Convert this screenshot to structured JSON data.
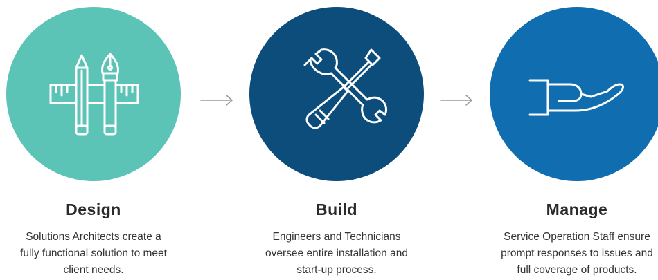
{
  "colors": {
    "design_circle": "#5cc3b7",
    "build_circle": "#0c4d7c",
    "manage_circle": "#0f6db0",
    "icon_stroke": "#ffffff",
    "arrow": "#9a9a9a",
    "title_text": "#2a2a2a",
    "body_text": "#333333"
  },
  "steps": [
    {
      "icon": "ruler-pencil-pen-icon",
      "title": "Design",
      "lines": [
        "Solutions Architects create a",
        "fully functional solution to meet",
        "client needs."
      ]
    },
    {
      "icon": "wrench-screwdriver-icon",
      "title": "Build",
      "lines": [
        "Engineers and Technicians",
        "oversee entire installation and",
        "start-up process."
      ]
    },
    {
      "icon": "open-hand-icon",
      "title": "Manage",
      "lines": [
        "Service Operation Staff ensure",
        "prompt responses to issues and",
        "full coverage of products."
      ]
    }
  ],
  "arrows": [
    "arrow-right-icon",
    "arrow-right-icon"
  ]
}
